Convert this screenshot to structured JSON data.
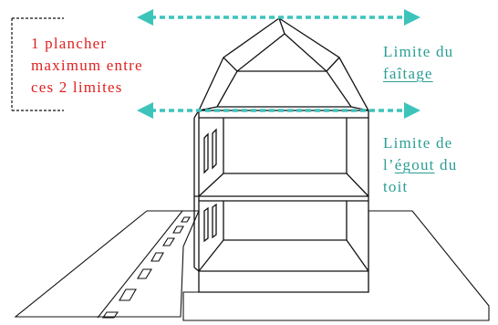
{
  "note": {
    "lines": [
      "1 plancher",
      "maximum entre",
      "ces 2 limites"
    ],
    "color": "#e02020"
  },
  "ridge_label": {
    "line1": "Limite du",
    "line2": "faîtage",
    "color": "#2a9d94"
  },
  "eave_label": {
    "line1": "Limite de",
    "line2_prefix": "l’",
    "line2_underlined": "égout",
    "line2_suffix": " du",
    "line3": "toit",
    "color": "#2a9d94"
  },
  "arrow_color": "#3cc4bb"
}
